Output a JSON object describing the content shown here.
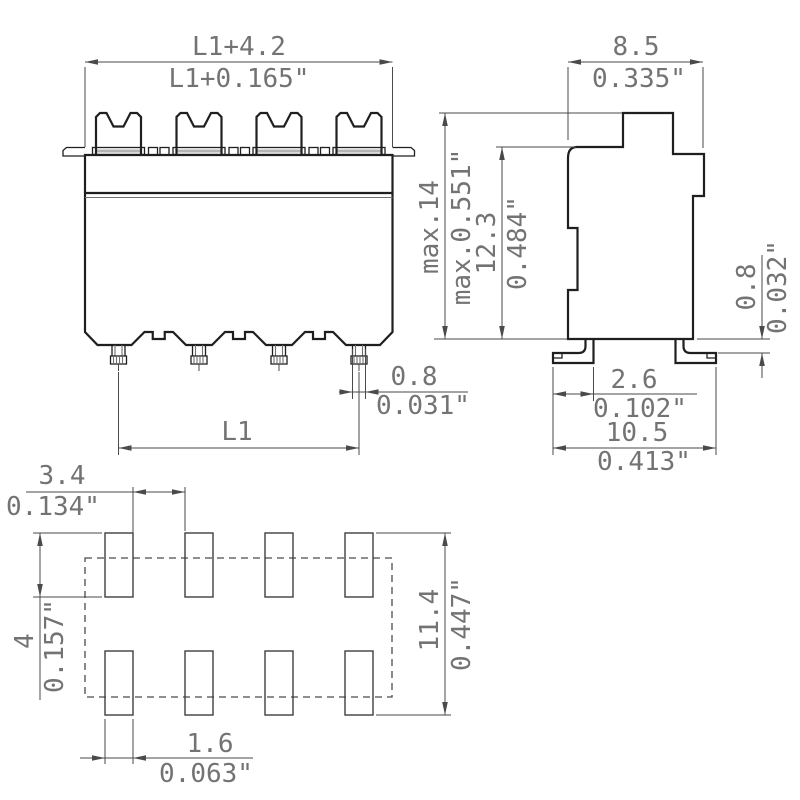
{
  "drawing": {
    "type": "technical-dimension-drawing",
    "component": "smd-terminal-block",
    "colors": {
      "background": "#ffffff",
      "outline": "#1f1f1f",
      "dimension_lines": "#4a4a4a",
      "dimension_text": "#737373",
      "slot_shade": "#b3b3b3"
    },
    "views": {
      "front": {
        "label": "front-view",
        "poles_shown": 4,
        "dims": {
          "overall_width": {
            "mm": "L1+4.2",
            "inch": "L1+0.165\""
          },
          "pin_width": {
            "mm": "0.8",
            "inch": "0.031\""
          },
          "pin_span": {
            "mm": "L1"
          }
        }
      },
      "side": {
        "label": "side-view",
        "dims": {
          "overall_depth": {
            "mm": "8.5",
            "inch": "0.335\""
          },
          "max_height": {
            "mm": "max.14",
            "inch": "max.0.551\""
          },
          "body_height": {
            "mm": "12.3",
            "inch": "0.484\""
          },
          "lead_standoff": {
            "mm": "0.8",
            "inch": "0.032\""
          },
          "foot_length": {
            "mm": "2.6",
            "inch": "0.102\""
          },
          "total_depth": {
            "mm": "10.5",
            "inch": "0.413\""
          }
        }
      },
      "footprint": {
        "label": "pcb-footprint-view",
        "pads_per_row": 4,
        "rows": 2,
        "dims": {
          "pad_gap": {
            "mm": "3.4",
            "inch": "0.134\""
          },
          "pad_length": {
            "mm": "4",
            "inch": "0.157\""
          },
          "span_height": {
            "mm": "11.4",
            "inch": "0.447\""
          },
          "pad_width": {
            "mm": "1.6",
            "inch": "0.063\""
          }
        }
      }
    }
  }
}
